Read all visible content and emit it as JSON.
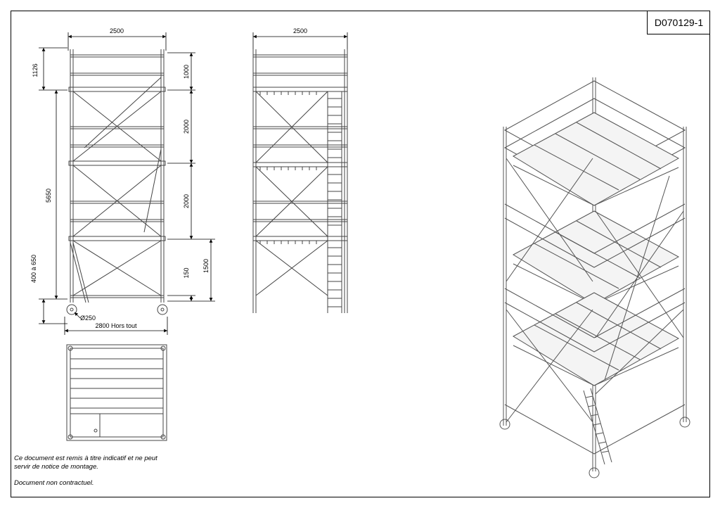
{
  "doc_ref": "D070129-1",
  "front_view": {
    "width_top": "2500",
    "height_top": "1126",
    "total_height": "5650",
    "bottom_range": "400 à 650",
    "level_1": "1000",
    "level_2": "2000",
    "level_3": "2000",
    "bottom_1500": "1500",
    "bottom_150": "150",
    "wheel": "Ø250",
    "overall_width": "2800 Hors tout"
  },
  "side_view": {
    "width_top": "2500"
  },
  "notes": {
    "line1": "Ce document est remis à titre indicatif et ne peut",
    "line2": "servir de notice de montage.",
    "line3": "Document non contractuel."
  }
}
